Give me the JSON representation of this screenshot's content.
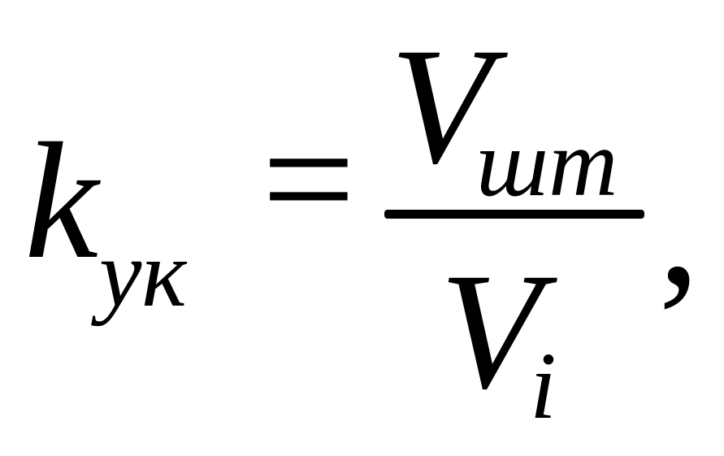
{
  "formula": {
    "lhs": {
      "symbol": "k",
      "subscript": "ук"
    },
    "relation": "=",
    "rhs": {
      "numerator": {
        "symbol": "V",
        "subscript": "шт"
      },
      "denominator": {
        "symbol": "V",
        "subscript": "i"
      }
    },
    "trailing": ","
  },
  "colors": {
    "text": "#000000",
    "background": "#ffffff"
  }
}
